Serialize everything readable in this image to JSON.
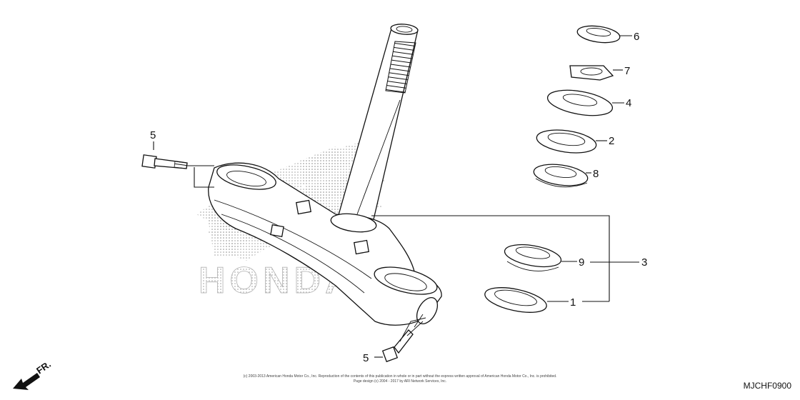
{
  "diagram": {
    "callouts": {
      "c1": "1",
      "c2": "2",
      "c3": "3",
      "c4": "4",
      "c5_top": "5",
      "c5_bottom": "5",
      "c6": "6",
      "c7": "7",
      "c8": "8",
      "c9": "9"
    },
    "watermark": "HONDA",
    "direction_label": "FR.",
    "diagram_code": "MJCHF0900",
    "copyright_line1": "(c) 2003-2013 American Honda Motor Co., Inc. Reproduction of the contents of this publication in whole or in part without the express written approval of American Honda Motor Co., Inc. is prohibited.",
    "copyright_line2": "Page design (c) 2004 - 2017 by ARI Network Services, Inc.",
    "colors": {
      "line": "#111111",
      "background": "#ffffff",
      "watermark_dots": "#9a9a9a"
    }
  }
}
